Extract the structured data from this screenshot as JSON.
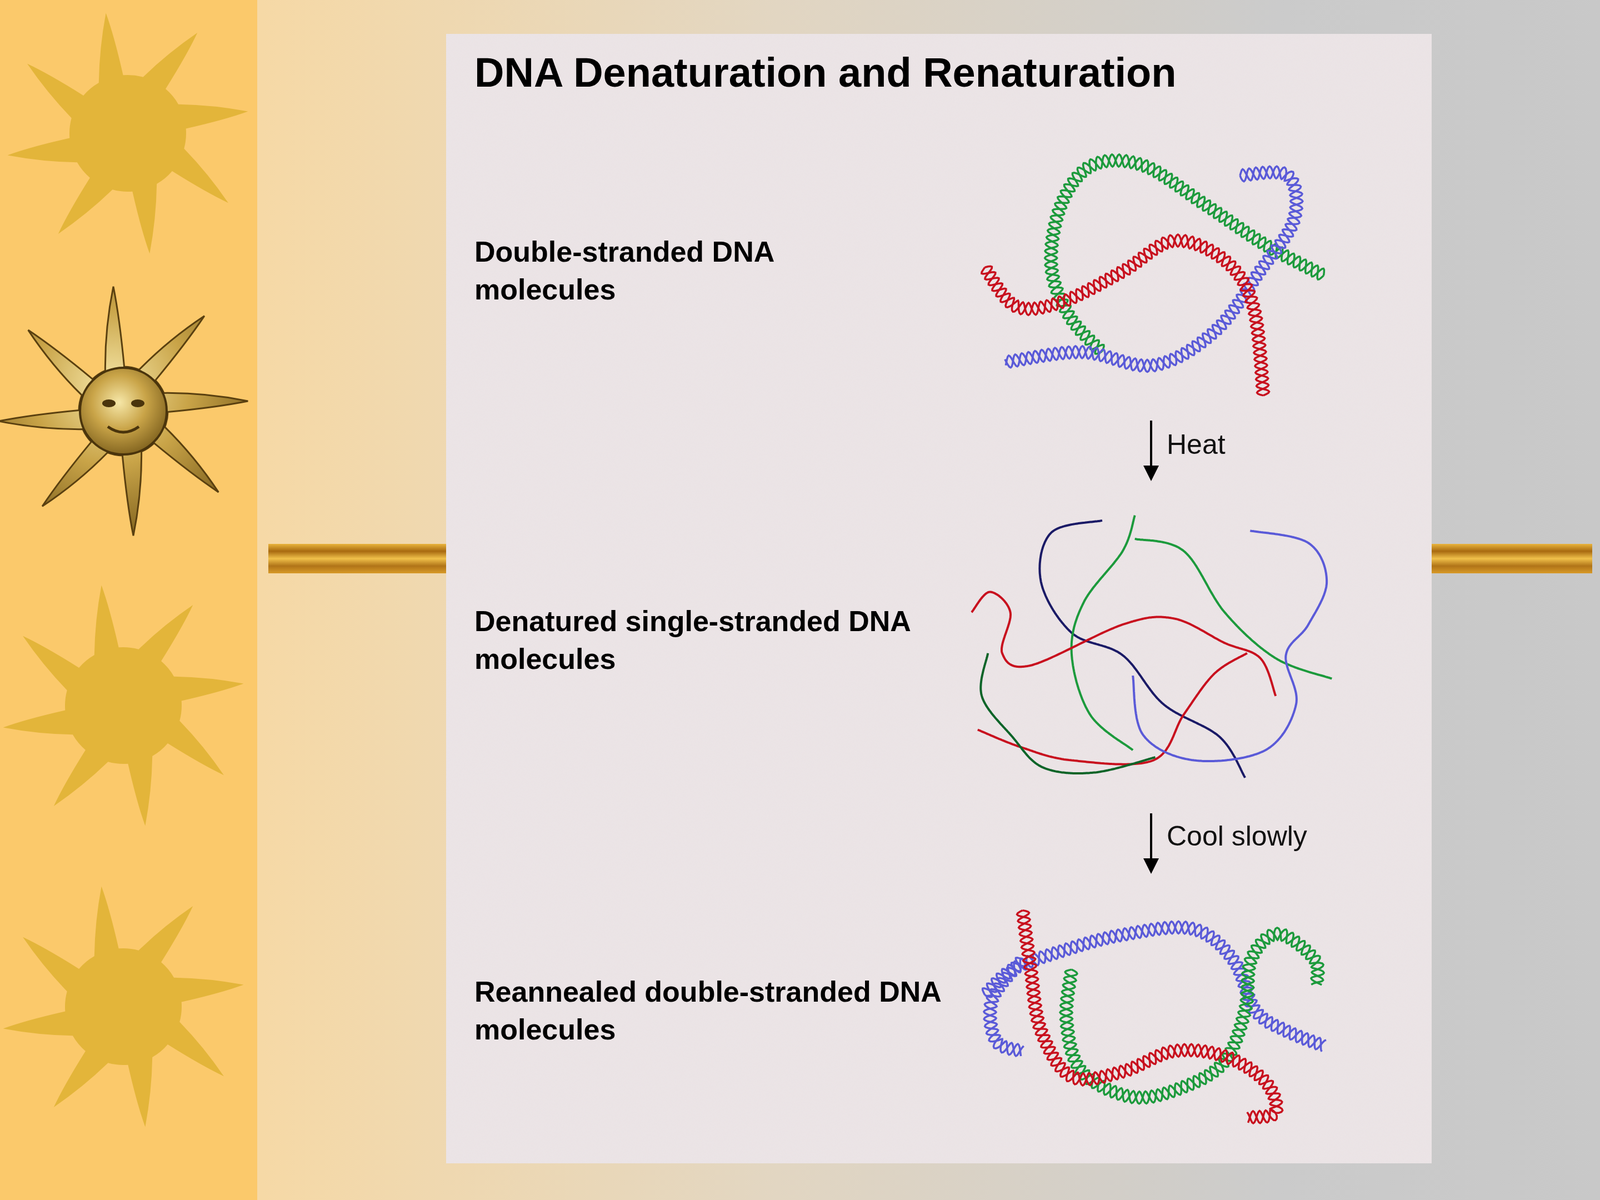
{
  "diagram": {
    "title": "DNA Denaturation and Renaturation",
    "labels": [
      "Double-stranded DNA molecules",
      "Heat",
      "Denatured single-stranded DNA molecules",
      "Cool slowly",
      "Reannealed double-stranded DNA molecules"
    ]
  }
}
